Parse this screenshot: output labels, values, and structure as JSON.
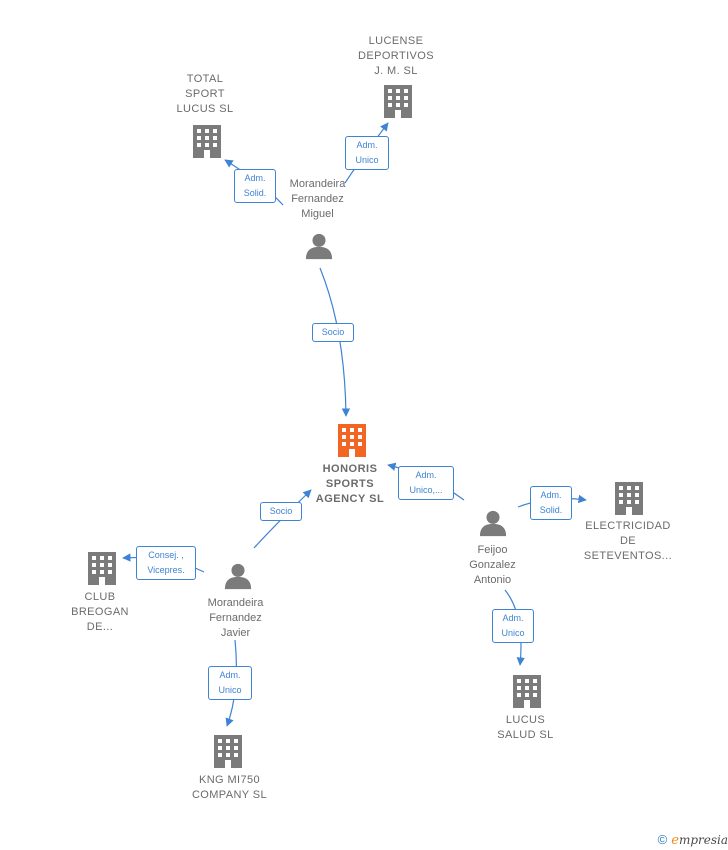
{
  "colors": {
    "edge": "#3f83d4",
    "node": "#7b7b7b",
    "center": "#f26522"
  },
  "nodes": {
    "total_sport": "TOTAL\nSPORT\nLUCUS SL",
    "lucense": "LUCENSE\nDEPORTIVOS\nJ.  M.  SL",
    "miguel": "Morandeira\nFernandez\nMiguel",
    "honoris": "HONORIS\nSPORTS\nAGENCY  SL",
    "feijoo": "Feijoo\nGonzalez\nAntonio",
    "electricidad": "ELECTRICIDAD\nDE\nSETEVENTOS...",
    "club": "CLUB\nBREOGAN\nDE...",
    "javier": "Morandeira\nFernandez\nJavier",
    "kng": "KNG MI750\nCOMPANY  SL",
    "lucus_salud": "LUCUS\nSALUD  SL"
  },
  "edges": {
    "miguel_total": "Adm.\nSolid.",
    "miguel_lucense": "Adm.\nUnico",
    "miguel_honoris": "Socio",
    "feijoo_honoris": "Adm.\nUnico,...",
    "feijoo_electricidad": "Adm.\nSolid.",
    "feijoo_lucus": "Adm.\nUnico",
    "javier_honoris": "Socio",
    "javier_club": "Consej. ,\nVicepres.",
    "javier_kng": "Adm.\nUnico"
  },
  "icons": {
    "company": "building-icon",
    "center": "building-icon-highlighted",
    "person": "person-icon"
  },
  "brand": {
    "copyright": "©",
    "e": "e",
    "rest": "mpresia"
  }
}
